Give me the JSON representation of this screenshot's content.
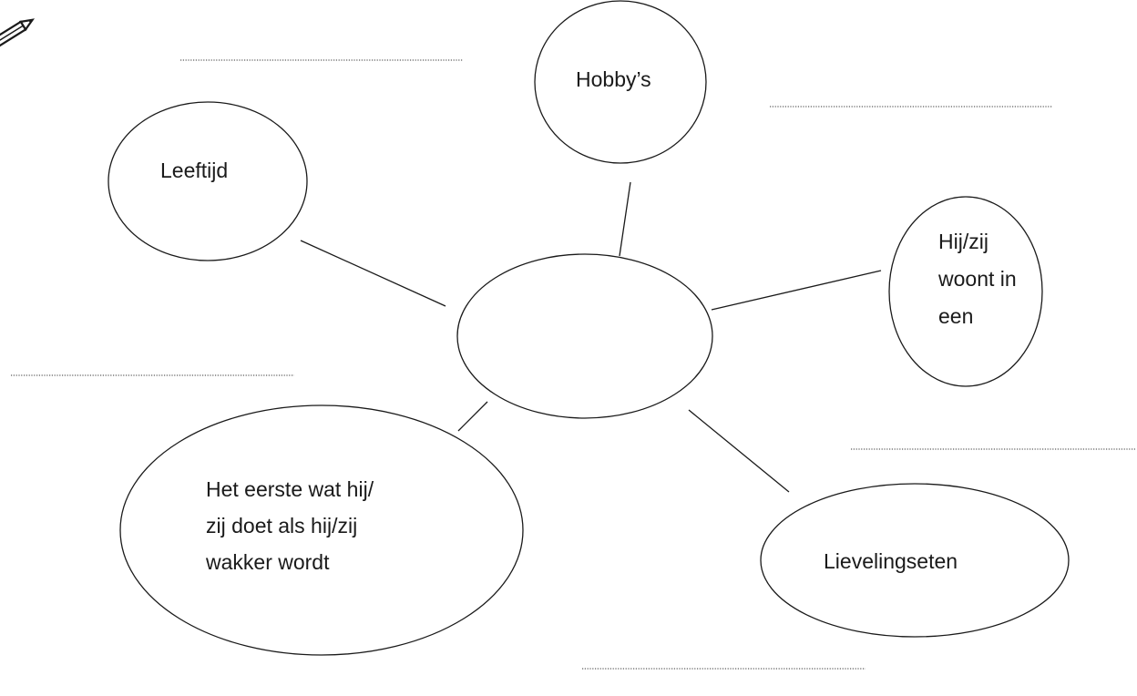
{
  "diagram": {
    "center": {
      "text": ""
    },
    "bubbles": [
      {
        "id": "leeftijd",
        "lines": [
          "Leeftijd"
        ]
      },
      {
        "id": "hobbys",
        "lines": [
          "Hobby’s"
        ]
      },
      {
        "id": "woont",
        "lines": [
          "Hij/zij",
          "woont in",
          "een"
        ]
      },
      {
        "id": "eerste",
        "lines": [
          "Het eerste wat hij/",
          "zij doet als hij/zij",
          "wakker wordt"
        ]
      },
      {
        "id": "lievelingseten",
        "lines": [
          "Lievelingseten"
        ]
      }
    ],
    "answer_lines_count": 5
  },
  "icons": {
    "pencil": "pencil-icon"
  },
  "colors": {
    "ink": "#1a1a1a",
    "background": "#ffffff"
  }
}
